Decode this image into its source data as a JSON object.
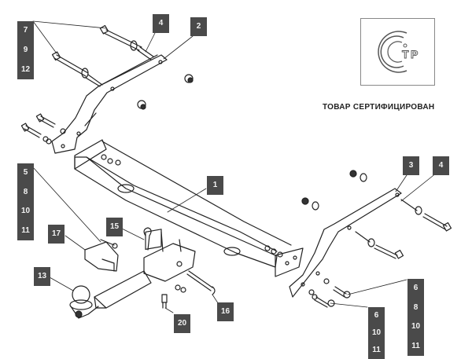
{
  "diagram": {
    "title": "Tow hitch assembly exploded view",
    "certification": {
      "mark": "СТР",
      "mark_letters": {
        "c": "C",
        "t": "T",
        "r": "P"
      },
      "caption": "ТОВАР СЕРТИФИЦИРОВАН"
    },
    "callouts": [
      {
        "id": "c-7-9-12",
        "numbers": [
          "7",
          "9",
          "12"
        ]
      },
      {
        "id": "c-4-top",
        "numbers": [
          "4"
        ]
      },
      {
        "id": "c-2",
        "numbers": [
          "2"
        ]
      },
      {
        "id": "c-1",
        "numbers": [
          "1"
        ]
      },
      {
        "id": "c-3",
        "numbers": [
          "3"
        ]
      },
      {
        "id": "c-4-right",
        "numbers": [
          "4"
        ]
      },
      {
        "id": "c-5-8-10-11",
        "numbers": [
          "5",
          "8",
          "10",
          "11"
        ]
      },
      {
        "id": "c-15",
        "numbers": [
          "15"
        ]
      },
      {
        "id": "c-17",
        "numbers": [
          "17"
        ]
      },
      {
        "id": "c-13",
        "numbers": [
          "13"
        ]
      },
      {
        "id": "c-20",
        "numbers": [
          "20"
        ]
      },
      {
        "id": "c-16",
        "numbers": [
          "16"
        ]
      },
      {
        "id": "c-6-8-10-11",
        "numbers": [
          "6",
          "8",
          "10",
          "11"
        ]
      },
      {
        "id": "c-6-10-11",
        "numbers": [
          "6",
          "10",
          "11"
        ]
      }
    ]
  }
}
